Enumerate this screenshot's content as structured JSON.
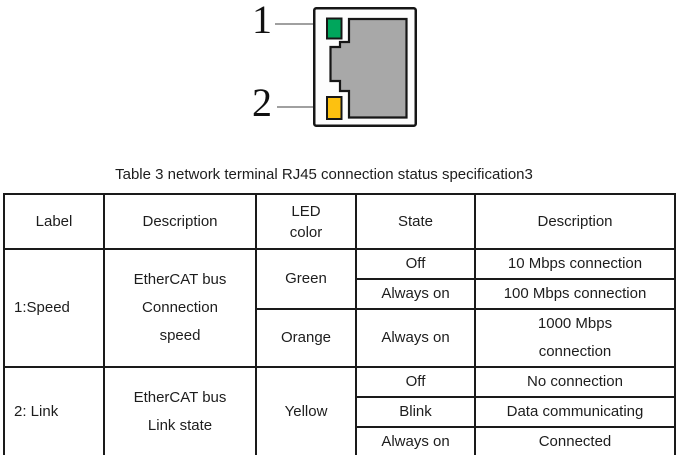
{
  "diagram": {
    "callout_1": "1",
    "callout_2": "2",
    "led_green_color": "#00a65c",
    "led_orange_color": "#fdc110",
    "jack_body_color": "#a8a8a8"
  },
  "table": {
    "title": "Table 3 network terminal RJ45 connection status specification3",
    "headers": {
      "label": "Label",
      "description": "Description",
      "led_color": "LED\ncolor",
      "state": "State",
      "state_description": "Description"
    },
    "groups": [
      {
        "label": "1:Speed",
        "description": "EtherCAT bus\nConnection\nspeed",
        "leds": [
          {
            "color": "Green",
            "states": [
              {
                "state": "Off",
                "description": "10 Mbps connection"
              },
              {
                "state": "Always on",
                "description": "100 Mbps connection"
              }
            ]
          },
          {
            "color": "Orange",
            "states": [
              {
                "state": "Always on",
                "description": "1000 Mbps\nconnection"
              }
            ]
          }
        ]
      },
      {
        "label": "2: Link",
        "description": "EtherCAT bus\nLink state",
        "leds": [
          {
            "color": "Yellow",
            "states": [
              {
                "state": "Off",
                "description": "No connection"
              },
              {
                "state": "Blink",
                "description": "Data communicating"
              },
              {
                "state": "Always on",
                "description": "Connected"
              }
            ]
          }
        ]
      }
    ]
  }
}
